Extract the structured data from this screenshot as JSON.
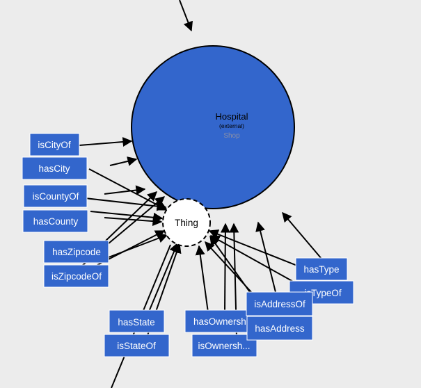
{
  "diagram": {
    "class_node": {
      "label": "Hospital",
      "sub_label": "(external)",
      "iri_hint": "Shop",
      "fill": "#3366cc",
      "stroke": "#000000"
    },
    "thing_node": {
      "label": "Thing",
      "fill": "#ffffff",
      "border_style": "dashed"
    },
    "properties": {
      "isCityOf": "isCityOf",
      "hasCity": "hasCity",
      "isCountyOf": "isCountyOf",
      "hasCounty": "hasCounty",
      "hasZipcode": "hasZipcode",
      "isZipcodeOf": "isZipcodeOf",
      "hasState": "hasState",
      "isStateOf": "isStateOf",
      "hasOwnership": "hasOwnersh",
      "isOwnershipOf": "isOwnersh...",
      "isAddressOf": "isAddressOf",
      "hasAddress": "hasAddress",
      "hasType": "hasType",
      "isTypeOf": "isTypeOf"
    },
    "colors": {
      "property_fill": "#3366cc",
      "background": "#ececec"
    }
  }
}
